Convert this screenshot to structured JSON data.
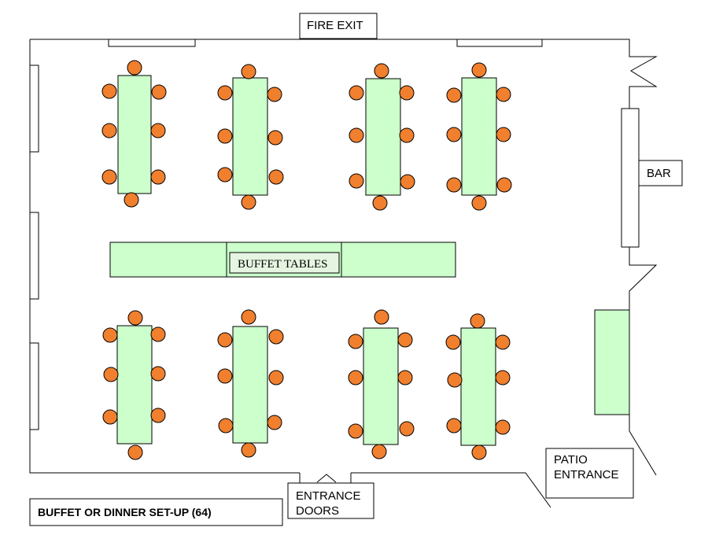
{
  "diagram": {
    "labels": {
      "fire_exit": "FIRE EXIT",
      "bar": "BAR",
      "buffet_tables": "BUFFET TABLES",
      "patio_line1": "PATIO",
      "patio_line2": "ENTRANCE",
      "entrance_line1": "ENTRANCE",
      "entrance_line2": "DOORS",
      "title": "BUFFET OR DINNER SET-UP (64)"
    },
    "colors": {
      "table_fill": "#ccffcc",
      "chair_fill": "#f07f2e",
      "outline": "#000000"
    }
  }
}
